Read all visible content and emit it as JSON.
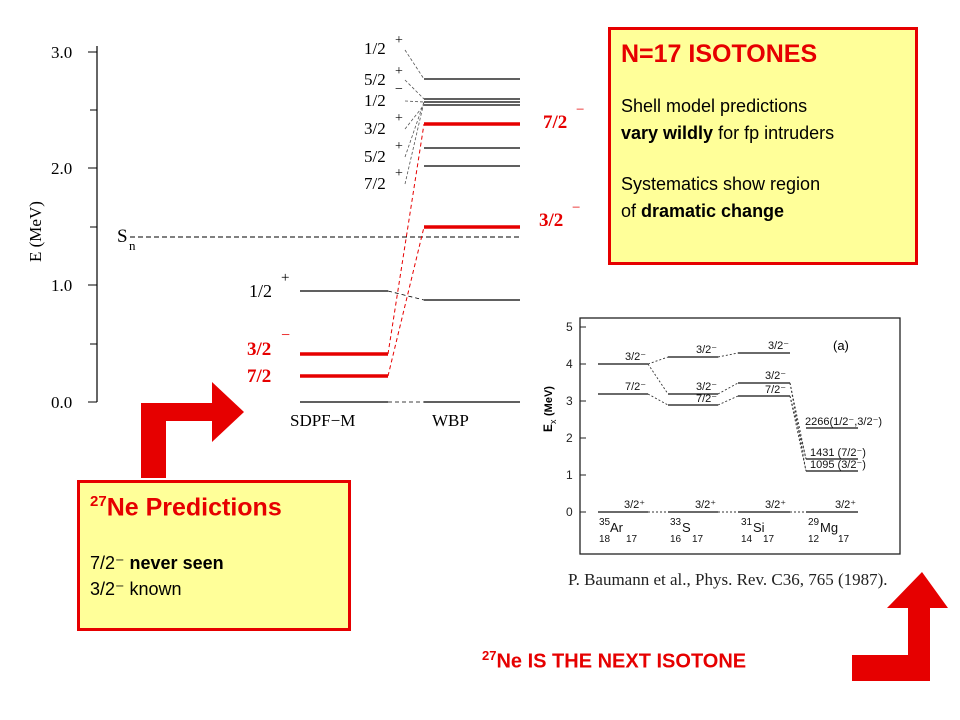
{
  "left_plot": {
    "axis_label": "E (MeV)",
    "ticks": [
      "3.0",
      "2.0",
      "1.0",
      "0.0"
    ],
    "sn_label": "S",
    "sn_sub": "n",
    "columns": [
      "SDPF−M",
      "WBP"
    ],
    "levels_sdpf": [
      {
        "label": "1/2",
        "sup": "+",
        "color": "#000000"
      },
      {
        "label": "3/2",
        "sup": "−",
        "color": "#e60000"
      },
      {
        "label": "7/2",
        "sup": "",
        "color": "#e60000"
      }
    ],
    "levels_wbp": [
      {
        "label": "1/2",
        "sup": "+"
      },
      {
        "label": "5/2",
        "sup": "+"
      },
      {
        "label": "1/2",
        "sup": "−"
      },
      {
        "label": "3/2",
        "sup": "+"
      },
      {
        "label": "5/2",
        "sup": "+"
      },
      {
        "label": "7/2",
        "sup": "+"
      }
    ],
    "wbp_red_levels": [
      {
        "label": "7/2",
        "sup": "−"
      },
      {
        "label": "3/2",
        "sup": "−"
      }
    ]
  },
  "isotones_box": {
    "title": "N=17 ISOTONES",
    "line1": "Shell model predictions",
    "line2_bold": "vary wildly",
    "line2_rest": " for fp intruders",
    "line3": "Systematics show region",
    "line4_start": "of ",
    "line4_bold": "dramatic change"
  },
  "ne27_box": {
    "title_sup": "27",
    "title": "Ne Predictions",
    "line1_state": "7/2⁻",
    "line1_bold": " never seen",
    "line2_state": "3/2⁻",
    "line2_rest": " known"
  },
  "right_plot": {
    "axis_label": "E",
    "axis_sub": "x",
    "axis_unit": "(MeV)",
    "panel_label": "(a)",
    "ticks": [
      "5",
      "4",
      "3",
      "2",
      "1",
      "0"
    ],
    "state_3m": "3/2⁻",
    "state_7m": "7/2⁻",
    "state_3p": "3/2⁺",
    "mg_level1": "2266(1/2⁻,3/2⁻)",
    "mg_level2": "1431 (7/2⁻)",
    "mg_level3": "1095 (3/2⁻)",
    "nuclei": [
      {
        "mass": "35",
        "symbol": "Ar",
        "z": "18",
        "n": "17"
      },
      {
        "mass": "33",
        "symbol": "S",
        "z": "16",
        "n": "17"
      },
      {
        "mass": "31",
        "symbol": "Si",
        "z": "14",
        "n": "17"
      },
      {
        "mass": "29",
        "symbol": "Mg",
        "z": "12",
        "n": "17"
      }
    ]
  },
  "citation": "P. Baumann et al., Phys. Rev. C36, 765 (1987).",
  "next_isotone": {
    "sup": "27",
    "text": "Ne IS THE NEXT ISOTONE"
  },
  "colors": {
    "accent": "#e60000",
    "box_fill": "#ffff99"
  }
}
